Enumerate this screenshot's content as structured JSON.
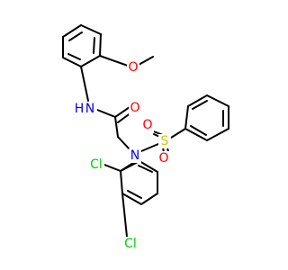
{
  "colors": {
    "background": "#ffffff",
    "bond": "#000000",
    "nitrogen": "#0000ff",
    "oxygen": "#ff0000",
    "sulfur": "#cccc00",
    "chlorine": "#00cc00"
  },
  "atoms": {
    "methoxy_o": {
      "label": "O",
      "element": "oxygen"
    },
    "amide_n": {
      "label": "N",
      "element": "nitrogen"
    },
    "amide_h": {
      "label": "H",
      "element": "nitrogen"
    },
    "carbonyl_o": {
      "label": "O",
      "element": "oxygen"
    },
    "sulfonyl_o_top": {
      "label": "O",
      "element": "oxygen"
    },
    "sulfonyl_s": {
      "label": "S",
      "element": "sulfur"
    },
    "sulfonyl_o_bottom": {
      "label": "O",
      "element": "oxygen"
    },
    "sulfonamide_n": {
      "label": "N",
      "element": "nitrogen"
    },
    "cl_ortho": {
      "label": "Cl",
      "element": "chlorine"
    },
    "cl_para": {
      "label": "Cl",
      "element": "chlorine"
    }
  }
}
